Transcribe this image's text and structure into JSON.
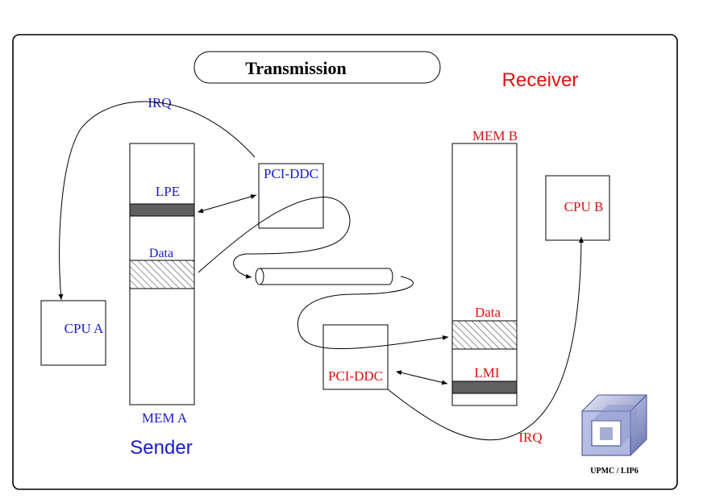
{
  "title": "Transmission",
  "sender": {
    "label": "Sender",
    "cpu": "CPU A",
    "irq": "IRQ",
    "mem": "MEM A",
    "lpe": "LPE",
    "data": "Data",
    "pciddc": "PCI-DDC"
  },
  "receiver": {
    "label": "Receiver",
    "cpu": "CPU B",
    "irq": "IRQ",
    "mem": "MEM B",
    "lmi": "LMI",
    "data": "Data",
    "pciddc": "PCI-DDC"
  },
  "logo": {
    "caption": "UPMC / LIP6"
  },
  "colors": {
    "sender_text": "#1a1acc",
    "receiver_text": "#e01010",
    "filled_band": "#606060"
  }
}
